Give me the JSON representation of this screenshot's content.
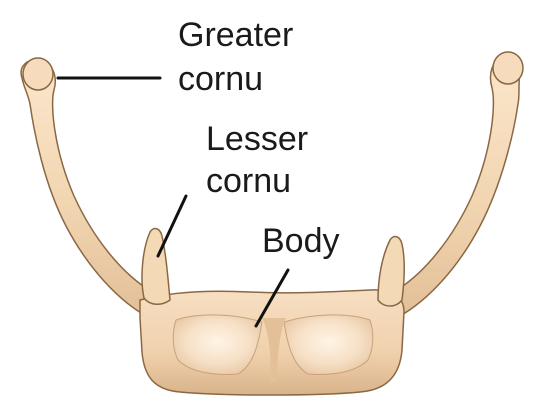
{
  "labels": {
    "greater_cornu_line1": "Greater",
    "greater_cornu_line2": "cornu",
    "lesser_cornu_line1": "Lesser",
    "lesser_cornu_line2": "cornu",
    "body": "Body"
  },
  "colors": {
    "bone_fill": "#f2d6b2",
    "bone_shadow": "#d9b38a",
    "bone_highlight": "#fff1de",
    "outline": "#7a5a3a",
    "leader": "#111111",
    "text": "#1a1a1a",
    "background": "#ffffff"
  }
}
